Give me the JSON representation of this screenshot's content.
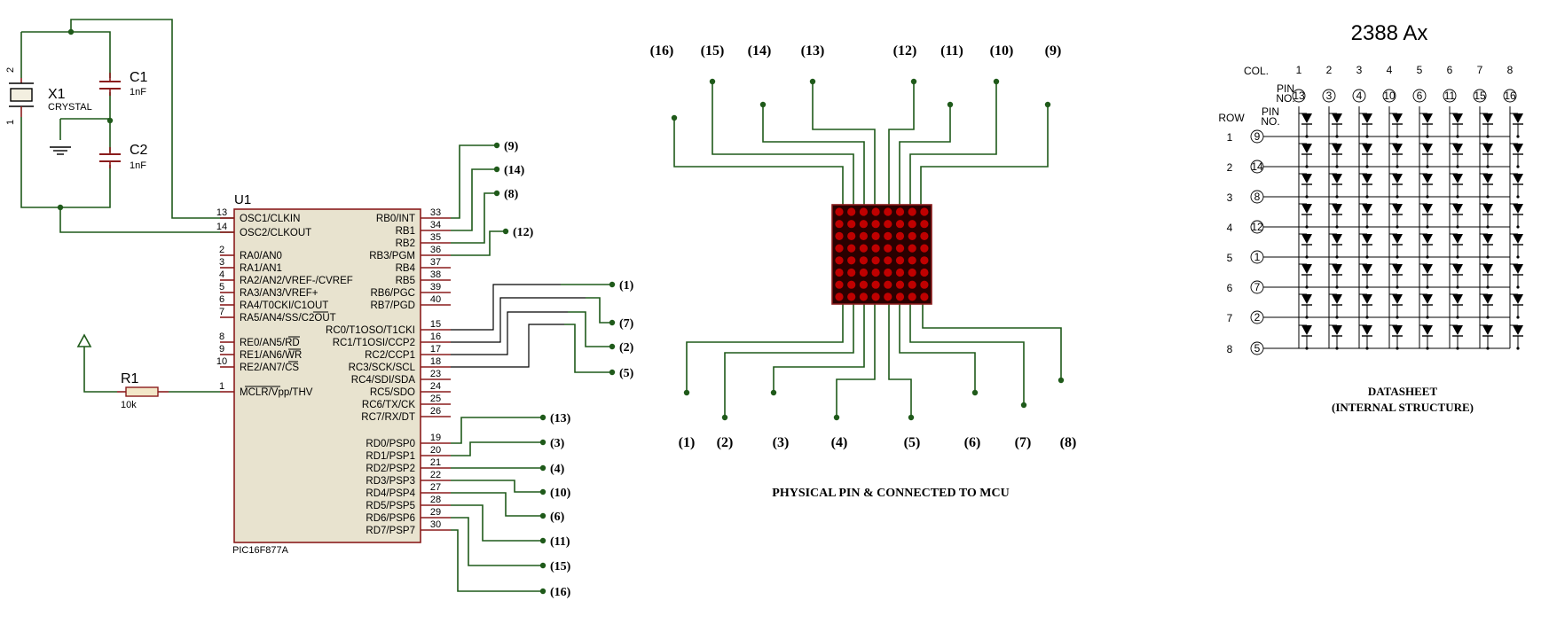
{
  "mcu": {
    "ref": "U1",
    "part": "PIC16F877A",
    "left_pins": [
      {
        "num": "13",
        "name": "OSC1/CLKIN"
      },
      {
        "num": "14",
        "name": "OSC2/CLKOUT"
      },
      {
        "num": "2",
        "name": "RA0/AN0"
      },
      {
        "num": "3",
        "name": "RA1/AN1"
      },
      {
        "num": "4",
        "name": "RA2/AN2/VREF-/CVREF"
      },
      {
        "num": "5",
        "name": "RA3/AN3/VREF+"
      },
      {
        "num": "6",
        "name": "RA4/T0CKI/C1OUT"
      },
      {
        "num": "7",
        "name": "RA5/AN4/SS/C2OUT"
      },
      {
        "num": "8",
        "name": "RE0/AN5/RD"
      },
      {
        "num": "9",
        "name": "RE1/AN6/WR"
      },
      {
        "num": "10",
        "name": "RE2/AN7/CS"
      },
      {
        "num": "1",
        "name": "MCLR/Vpp/THV"
      }
    ],
    "right_pins": [
      {
        "num": "33",
        "name": "RB0/INT",
        "net": "(9)"
      },
      {
        "num": "34",
        "name": "RB1",
        "net": "(14)"
      },
      {
        "num": "35",
        "name": "RB2",
        "net": "(8)"
      },
      {
        "num": "36",
        "name": "RB3/PGM",
        "net": "(12)"
      },
      {
        "num": "37",
        "name": "RB4",
        "net": ""
      },
      {
        "num": "38",
        "name": "RB5",
        "net": ""
      },
      {
        "num": "39",
        "name": "RB6/PGC",
        "net": ""
      },
      {
        "num": "40",
        "name": "RB7/PGD",
        "net": ""
      },
      {
        "num": "15",
        "name": "RC0/T1OSO/T1CKI",
        "net": "(1)"
      },
      {
        "num": "16",
        "name": "RC1/T1OSI/CCP2",
        "net": "(7)"
      },
      {
        "num": "17",
        "name": "RC2/CCP1",
        "net": "(2)"
      },
      {
        "num": "18",
        "name": "RC3/SCK/SCL",
        "net": "(5)"
      },
      {
        "num": "23",
        "name": "RC4/SDI/SDA",
        "net": ""
      },
      {
        "num": "24",
        "name": "RC5/SDO",
        "net": ""
      },
      {
        "num": "25",
        "name": "RC6/TX/CK",
        "net": ""
      },
      {
        "num": "26",
        "name": "RC7/RX/DT",
        "net": ""
      },
      {
        "num": "19",
        "name": "RD0/PSP0",
        "net": "(13)"
      },
      {
        "num": "20",
        "name": "RD1/PSP1",
        "net": "(3)"
      },
      {
        "num": "21",
        "name": "RD2/PSP2",
        "net": "(4)"
      },
      {
        "num": "22",
        "name": "RD3/PSP3",
        "net": "(10)"
      },
      {
        "num": "27",
        "name": "RD4/PSP4",
        "net": "(6)"
      },
      {
        "num": "28",
        "name": "RD5/PSP5",
        "net": "(11)"
      },
      {
        "num": "29",
        "name": "RD6/PSP6",
        "net": "(15)"
      },
      {
        "num": "30",
        "name": "RD7/PSP7",
        "net": "(16)"
      }
    ]
  },
  "crystal": {
    "ref": "X1",
    "value": "CRYSTAL",
    "pin_top": "2",
    "pin_bottom": "1"
  },
  "cap1": {
    "ref": "C1",
    "value": "1nF"
  },
  "cap2": {
    "ref": "C2",
    "value": "1nF"
  },
  "resistor": {
    "ref": "R1",
    "value": "10k"
  },
  "matrix": {
    "top_labels": [
      "(16)",
      "(15)",
      "(14)",
      "(13)",
      "(12)",
      "(11)",
      "(10)",
      "(9)"
    ],
    "bottom_labels": [
      "(1)",
      "(2)",
      "(3)",
      "(4)",
      "(5)",
      "(6)",
      "(7)",
      "(8)"
    ],
    "caption": "PHYSICAL PIN & CONNECTED TO MCU",
    "led_color": "#c00000",
    "body_color": "#2a0000"
  },
  "datasheet": {
    "title": "2388 Ax",
    "col_label": "COL.",
    "pin_label_1": "PIN",
    "pin_label_2": "NO.",
    "row_label": "ROW",
    "cols": [
      "1",
      "2",
      "3",
      "4",
      "5",
      "6",
      "7",
      "8"
    ],
    "col_pins": [
      "13",
      "3",
      "4",
      "10",
      "6",
      "11",
      "15",
      "16"
    ],
    "rows": [
      "1",
      "2",
      "3",
      "4",
      "5",
      "6",
      "7",
      "8"
    ],
    "row_pins": [
      "9",
      "14",
      "8",
      "12",
      "1",
      "7",
      "2",
      "5"
    ],
    "caption_1": "DATASHEET",
    "caption_2": "(INTERNAL STRUCTURE)"
  }
}
